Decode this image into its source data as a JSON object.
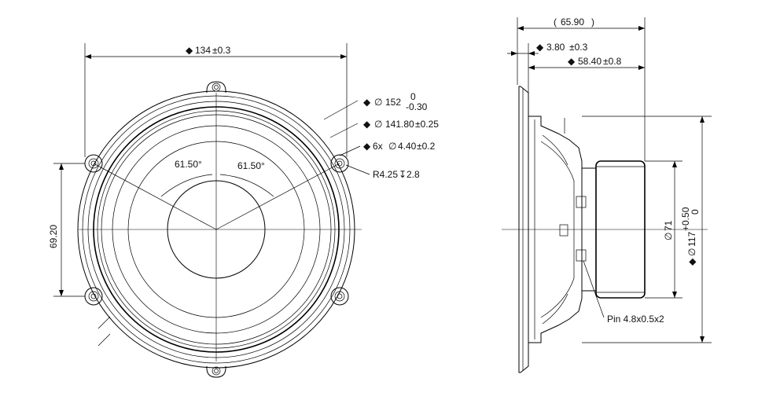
{
  "front_view": {
    "width_dim": "134",
    "width_tol": "±0.3",
    "height_dim": "69.20",
    "angle_left": "61.50°",
    "angle_right": "61.50°",
    "outer_dia": "152",
    "outer_dia_tol_upper": "0",
    "outer_dia_tol_lower": "-0.30",
    "bolt_circle_dia": "141.80",
    "bolt_circle_tol": "±0.25",
    "holes_count": "6x",
    "hole_dia": "4.40",
    "hole_tol": "±0.2",
    "counterbore": "R4.25",
    "counterbore_depth": "2.8"
  },
  "side_view": {
    "overall_depth": "65.90",
    "flange_thickness": "3.80",
    "flange_tol": "±0.3",
    "body_depth": "58.40",
    "body_tol": "±0.8",
    "magnet_dia": "71",
    "cutout_dia": "117",
    "cutout_tol_upper": "+0.50",
    "cutout_tol_lower": "0",
    "pin_spec": "Pin 4.8x0.5x2"
  },
  "symbols": {
    "diamond": "◆",
    "diameter": "∅",
    "depth": "↧"
  }
}
